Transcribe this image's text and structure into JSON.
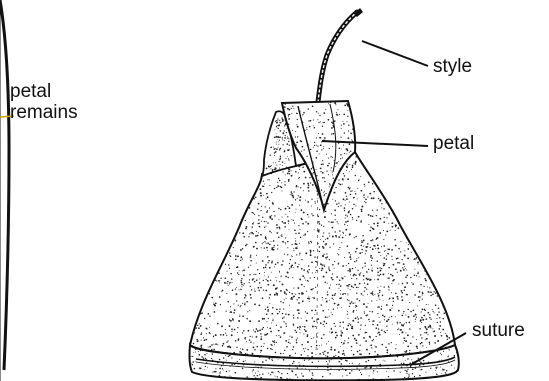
{
  "labels": {
    "petal_remains_line1": "petal",
    "petal_remains_line2": "remains",
    "style": "style",
    "petal": "petal",
    "suture": "suture"
  },
  "colors": {
    "ink": "#111111",
    "stipple": "#222222",
    "leader_accent": "#c9a400",
    "background": "#ffffff"
  }
}
